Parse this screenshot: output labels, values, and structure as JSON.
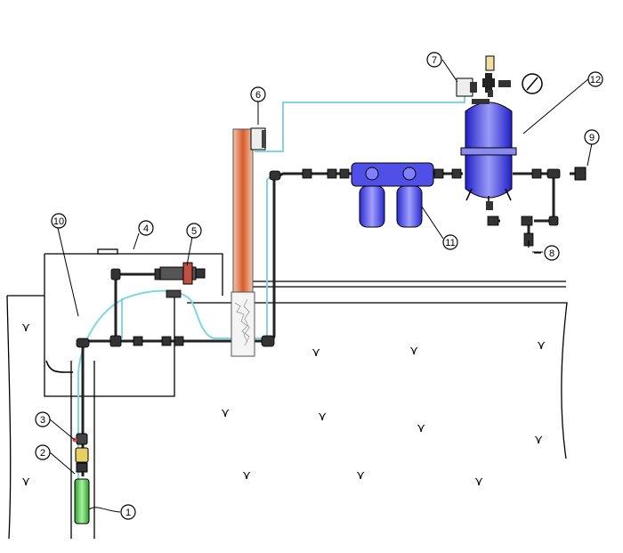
{
  "diagram": {
    "callouts": [
      {
        "id": "1",
        "label": "1"
      },
      {
        "id": "2",
        "label": "2"
      },
      {
        "id": "3",
        "label": "3"
      },
      {
        "id": "4",
        "label": "4"
      },
      {
        "id": "5",
        "label": "5"
      },
      {
        "id": "6",
        "label": "6"
      },
      {
        "id": "7",
        "label": "7"
      },
      {
        "id": "8",
        "label": "8"
      },
      {
        "id": "9",
        "label": "9"
      },
      {
        "id": "10",
        "label": "10"
      },
      {
        "id": "11",
        "label": "11"
      },
      {
        "id": "12",
        "label": "12"
      }
    ],
    "ground_mark": "⋎",
    "colors": {
      "water_line": "#7fd6e0",
      "pipe": "#222222",
      "chimney_brick": "#d2693c",
      "pump": "#4cd94c",
      "filter_blue": "#3a3ae0",
      "tank_blue": "#4848e8"
    }
  }
}
